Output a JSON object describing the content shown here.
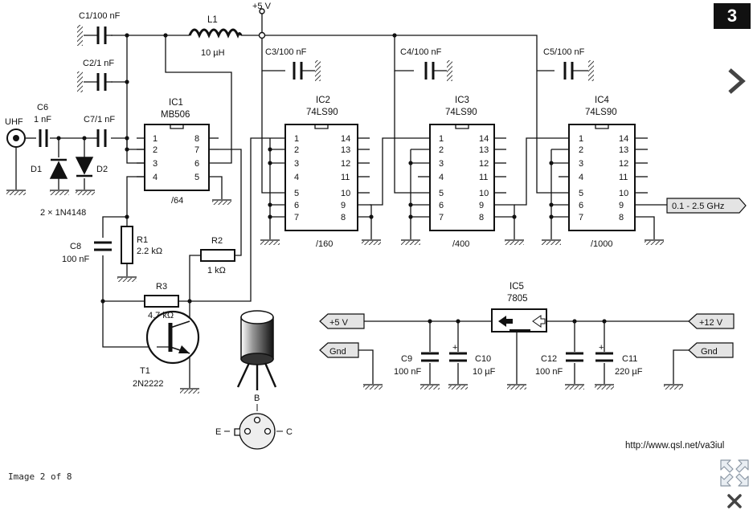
{
  "viewer": {
    "page_badge": "3",
    "counter": "Image 2 of 8",
    "source_url": "http://www.qsl.net/va3iul",
    "icons": {
      "next": "chevron-right-icon",
      "fullscreen": "expand-arrows-icon",
      "close": "close-x-icon"
    }
  },
  "schematic": {
    "supply_top": "+5 V",
    "L1": {
      "name": "L1",
      "value": "10 µH"
    },
    "C1": "C1/100 nF",
    "C2": "C2/1 nF",
    "C3": "C3/100 nF",
    "C4": "C4/100 nF",
    "C5": "C5/100 nF",
    "C6": {
      "name": "C6",
      "value": "1 nF"
    },
    "C7": "C7/1 nF",
    "UHF": "UHF",
    "D1": "D1",
    "D2": "D2",
    "diodes": "2 × 1N4148",
    "IC1": {
      "name": "IC1",
      "part": "MB506",
      "div": "/64",
      "pins_left": [
        "1",
        "2",
        "3",
        "4"
      ],
      "pins_right": [
        "8",
        "7",
        "6",
        "5"
      ]
    },
    "IC2": {
      "name": "IC2",
      "part": "74LS90",
      "div": "/160"
    },
    "IC3": {
      "name": "IC3",
      "part": "74LS90",
      "div": "/400"
    },
    "IC4": {
      "name": "IC4",
      "part": "74LS90",
      "div": "/1000"
    },
    "ls90_left": [
      "1",
      "2",
      "3",
      "4",
      "5",
      "6",
      "7"
    ],
    "ls90_right": [
      "14",
      "13",
      "12",
      "11",
      "10",
      "9",
      "8"
    ],
    "output": "0.1 - 2.5 GHz",
    "C8": {
      "name": "C8",
      "value": "100 nF"
    },
    "R1": {
      "name": "R1",
      "value": "2.2 kΩ"
    },
    "R2": {
      "name": "R2",
      "value": "1 kΩ"
    },
    "R3": {
      "name": "R3",
      "value": "4.7 kΩ"
    },
    "T1": {
      "name": "T1",
      "part": "2N2222"
    },
    "pinout": {
      "B": "B",
      "E": "E",
      "C": "C"
    },
    "IC5": {
      "name": "IC5",
      "part": "7805"
    },
    "in_5v": "+5 V",
    "in_12v": "+12 V",
    "gnd_left": "Gnd",
    "gnd_right": "Gnd",
    "C9": {
      "name": "C9",
      "value": "100 nF"
    },
    "C10": {
      "name": "C10",
      "value": "10 µF"
    },
    "C12": {
      "name": "C12",
      "value": "100 nF"
    },
    "C11": {
      "name": "C11",
      "value": "220 µF"
    },
    "plus": "+"
  }
}
